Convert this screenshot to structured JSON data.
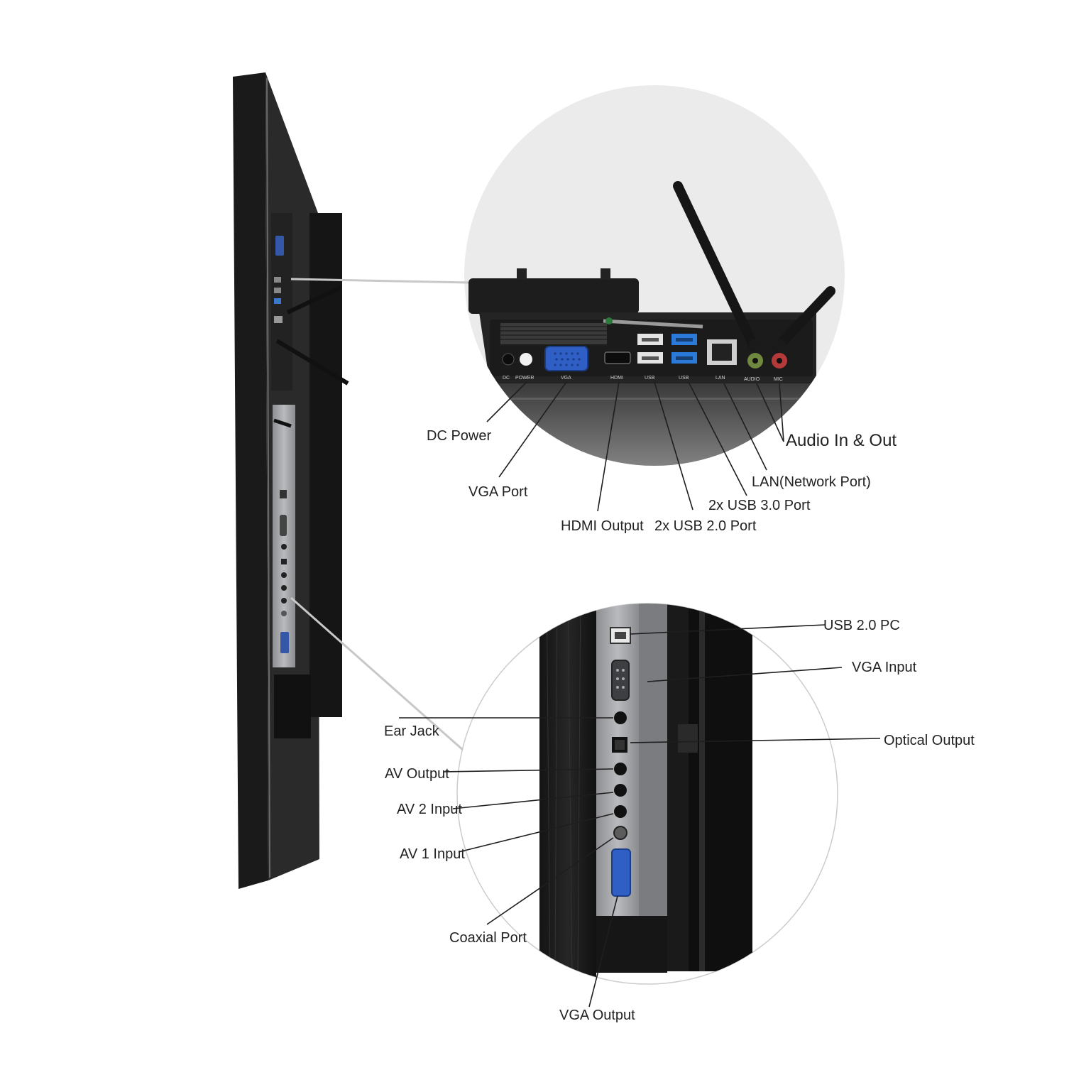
{
  "port_labels": {
    "dc_power": "DC Power",
    "vga_port": "VGA Port",
    "hdmi_output": "HDMI Output",
    "usb20_port": "2x USB 2.0 Port",
    "usb30_port": "2x USB 3.0 Port",
    "lan": "LAN(Network Port)",
    "audio_in_out": "Audio In & Out",
    "usb20_pc": "USB 2.0 PC",
    "vga_input": "VGA Input",
    "optical_output": "Optical Output",
    "ear_jack": "Ear Jack",
    "av_output": "AV Output",
    "av2_input": "AV 2 Input",
    "av1_input": "AV 1 Input",
    "coaxial_port": "Coaxial Port",
    "vga_output": "VGA Output"
  },
  "panel_print": {
    "dc": "DC",
    "power": "POWER",
    "vga": "VGA",
    "hdmi": "HDMI",
    "usb_a": "USB",
    "usb_b": "USB",
    "lan": "LAN",
    "audio": "AUDIO",
    "mic": "MIC"
  },
  "colors": {
    "bezel": "#1c1c1c",
    "panel_silver": "#a9abae",
    "vga_blue": "#2f5fc4",
    "usb3_blue": "#2b79d8",
    "audio_green": "#6f8a3e",
    "mic_red": "#b43a3a",
    "bubble_bg": "#ececec"
  }
}
